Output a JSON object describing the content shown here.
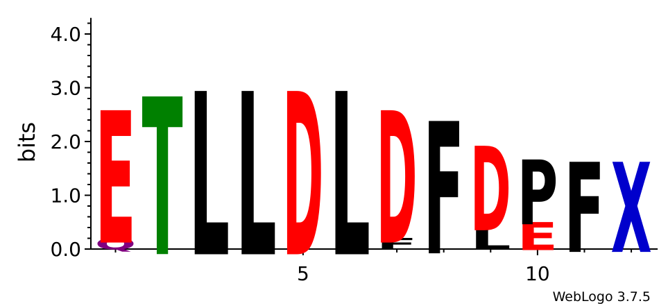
{
  "chart_data": {
    "type": "sequence-logo",
    "ylabel": "bits",
    "ylim": [
      0,
      4.3
    ],
    "yticks": [
      "0.0",
      "1.0",
      "2.0",
      "3.0",
      "4.0"
    ],
    "xticks": [
      "5",
      "10"
    ],
    "positions": [
      {
        "index": 1,
        "letters": [
          {
            "char": "Q",
            "bits": 0.2,
            "color": "#800080"
          },
          {
            "char": "E",
            "bits": 2.35,
            "color": "#ff0000"
          }
        ]
      },
      {
        "index": 2,
        "letters": [
          {
            "char": "T",
            "bits": 2.8,
            "color": "#008000"
          }
        ]
      },
      {
        "index": 3,
        "letters": [
          {
            "char": "L",
            "bits": 2.9,
            "color": "#000000"
          }
        ]
      },
      {
        "index": 4,
        "letters": [
          {
            "char": "L",
            "bits": 2.9,
            "color": "#000000"
          }
        ]
      },
      {
        "index": 5,
        "letters": [
          {
            "char": "D",
            "bits": 2.9,
            "color": "#ff0000"
          }
        ]
      },
      {
        "index": 6,
        "letters": [
          {
            "char": "L",
            "bits": 2.9,
            "color": "#000000"
          }
        ]
      },
      {
        "index": 7,
        "letters": [
          {
            "char": "F",
            "bits": 0.2,
            "color": "#000000"
          },
          {
            "char": "D",
            "bits": 2.35,
            "color": "#ff0000"
          }
        ]
      },
      {
        "index": 8,
        "letters": [
          {
            "char": "F",
            "bits": 2.35,
            "color": "#000000"
          }
        ]
      },
      {
        "index": 9,
        "letters": [
          {
            "char": "L",
            "bits": 0.4,
            "color": "#000000"
          },
          {
            "char": "D",
            "bits": 1.5,
            "color": "#ff0000"
          }
        ]
      },
      {
        "index": 10,
        "letters": [
          {
            "char": "E",
            "bits": 0.5,
            "color": "#ff0000"
          },
          {
            "char": "P",
            "bits": 1.15,
            "color": "#000000"
          }
        ]
      },
      {
        "index": 11,
        "letters": [
          {
            "char": "F",
            "bits": 1.6,
            "color": "#000000"
          }
        ]
      },
      {
        "index": 12,
        "letters": [
          {
            "char": "X",
            "bits": 1.6,
            "color": "#0000cc"
          }
        ]
      }
    ]
  },
  "credit": "WebLogo 3.7.5"
}
